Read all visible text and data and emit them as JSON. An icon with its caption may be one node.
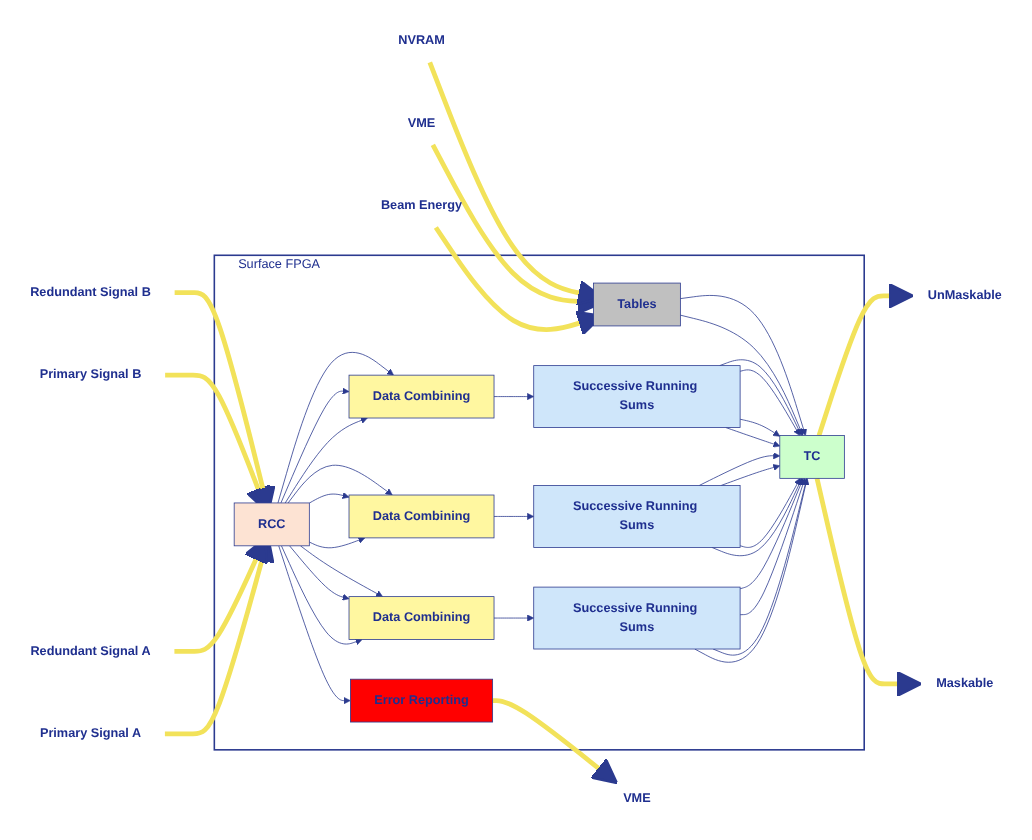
{
  "diagram": {
    "nodes": [
      {
        "text": [
          "Surface FPGA"
        ]
      },
      {
        "text": [
          "Primary Signal A"
        ]
      },
      {
        "text": [
          "Redundant Signal A"
        ]
      },
      {
        "text": [
          "Primary Signal B"
        ]
      },
      {
        "text": [
          "Redundant Signal B"
        ]
      },
      {
        "text": [
          "RCC"
        ],
        "in": 0
      },
      {
        "text": [
          "Data Combining"
        ],
        "in": 0
      },
      {
        "text": [
          "Successive Running Sums"
        ],
        "in": 0
      },
      {
        "text": [
          "Data Combining"
        ],
        "in": 0
      },
      {
        "text": [
          "Successive Running Sums"
        ],
        "in": 0
      },
      {
        "text": [
          "Data Combining"
        ],
        "in": 0
      },
      {
        "text": [
          "Successive Running Sums"
        ],
        "in": 0
      },
      {
        "text": [
          "TC"
        ],
        "in": 0
      },
      {
        "text": [
          "UnMaskable"
        ]
      },
      {
        "text": [
          "Maskable"
        ]
      },
      {
        "text": [
          "Error Reporting"
        ],
        "in": 0
      },
      {
        "text": [
          "Tables"
        ],
        "in": 0
      },
      {
        "text": [
          "VME"
        ]
      },
      {
        "text": [
          "Beam Energy"
        ]
      },
      {
        "text": [
          "VME"
        ]
      },
      {
        "text": [
          "NVRAM"
        ]
      }
    ],
    "edges": [
      {
        "from": 1,
        "to": 5,
        "arrow": "to",
        "style": "thick",
        "color": "#f2e25a"
      },
      {
        "from": 2,
        "to": 5,
        "arrow": "to",
        "style": "thick",
        "color": "#f2e25a"
      },
      {
        "from": 3,
        "to": 5,
        "arrow": "to",
        "style": "thick",
        "color": "#f2e25a"
      },
      {
        "from": 4,
        "to": 5,
        "arrow": "to",
        "style": "thick",
        "color": "#f2e25a"
      },
      {
        "from": 5,
        "to": 6,
        "arrow": "to"
      },
      {
        "from": 5,
        "to": 6,
        "arrow": "to"
      },
      {
        "from": 5,
        "to": 6,
        "arrow": "to"
      },
      {
        "from": 5,
        "to": 8,
        "arrow": "to"
      },
      {
        "from": 5,
        "to": 8,
        "arrow": "to"
      },
      {
        "from": 5,
        "to": 8,
        "arrow": "to"
      },
      {
        "from": 5,
        "to": 10,
        "arrow": "to"
      },
      {
        "from": 5,
        "to": 10,
        "arrow": "to"
      },
      {
        "from": 5,
        "to": 10,
        "arrow": "to"
      },
      {
        "from": 6,
        "to": 7,
        "arrow": "to"
      },
      {
        "from": 8,
        "to": 9,
        "arrow": "to"
      },
      {
        "from": 10,
        "to": 11,
        "arrow": "to"
      },
      {
        "from": 7,
        "to": 12,
        "arrow": "to"
      },
      {
        "from": 7,
        "to": 12,
        "arrow": "to"
      },
      {
        "from": 7,
        "to": 12,
        "arrow": "to"
      },
      {
        "from": 7,
        "to": 12,
        "arrow": "to"
      },
      {
        "from": 9,
        "to": 12,
        "arrow": "to"
      },
      {
        "from": 9,
        "to": 12,
        "arrow": "to"
      },
      {
        "from": 9,
        "to": 12,
        "arrow": "to"
      },
      {
        "from": 9,
        "to": 12,
        "arrow": "to"
      },
      {
        "from": 11,
        "to": 12,
        "arrow": "to"
      },
      {
        "from": 11,
        "to": 12,
        "arrow": "to"
      },
      {
        "from": 11,
        "to": 12,
        "arrow": "to"
      },
      {
        "from": 11,
        "to": 12,
        "arrow": "to"
      },
      {
        "from": 12,
        "to": 13,
        "arrow": "to",
        "style": "thick",
        "color": "#f2e25a"
      },
      {
        "from": 12,
        "to": 14,
        "arrow": "to",
        "style": "thick",
        "color": "#f2e25a"
      },
      {
        "from": 5,
        "to": 15,
        "arrow": "to"
      },
      {
        "from": 15,
        "to": 17,
        "arrow": "to",
        "style": "thick",
        "color": "#f2e25a"
      },
      {
        "from": 16,
        "to": 12,
        "arrow": "to"
      },
      {
        "from": 16,
        "to": 12,
        "arrow": "to"
      },
      {
        "from": 18,
        "to": 16,
        "arrow": "to",
        "style": "thick",
        "color": "#f2e25a"
      },
      {
        "from": 19,
        "to": 16,
        "arrow": "to",
        "style": "thick",
        "color": "#f2e25a"
      },
      {
        "from": 20,
        "to": 16,
        "arrow": "to",
        "style": "thick",
        "color": "#f2e25a"
      }
    ]
  }
}
